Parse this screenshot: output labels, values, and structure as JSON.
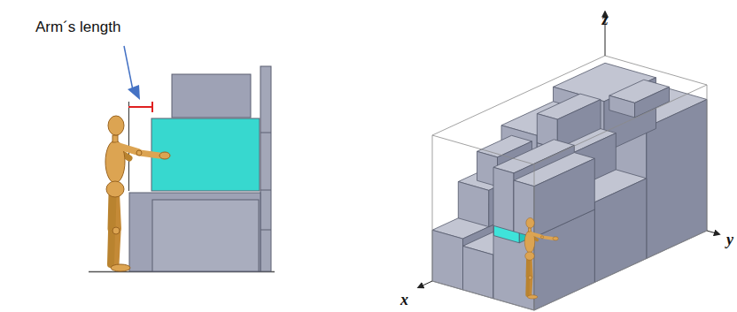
{
  "diagram": {
    "labels": [
      "Arm´s length",
      "z",
      "y",
      "x"
    ]
  }
}
